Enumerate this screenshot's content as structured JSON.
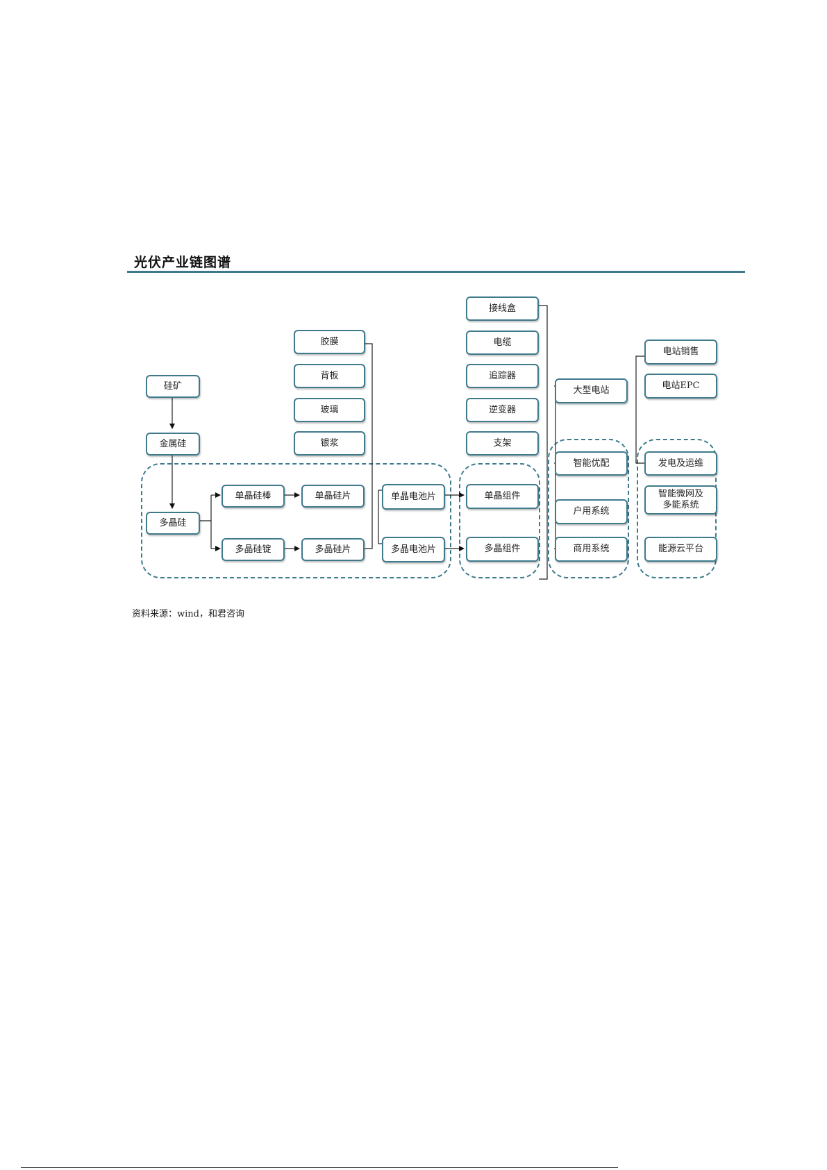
{
  "title": "光伏产业链图谱",
  "source": "资料来源：wind，和君咨询",
  "nodes": {
    "gui_kuang": "硅矿",
    "jin_shu_gui": "金属硅",
    "duo_jing_gui": "多晶硅",
    "dan_jing_gui_bang": "单晶硅棒",
    "duo_jing_gui_ding": "多晶硅锭",
    "dan_jing_gui_pian": "单晶硅片",
    "duo_jing_gui_pian": "多晶硅片",
    "jiao_mo": "胶膜",
    "bei_ban": "背板",
    "bo_li": "玻璃",
    "yin_jiang": "银浆",
    "dan_jing_dian_chi": "单晶电池片",
    "duo_jing_dian_chi": "多晶电池片",
    "jie_xian_he": "接线盒",
    "dian_lan": "电缆",
    "zhui_zong_qi": "追踪器",
    "ni_bian_qi": "逆变器",
    "zhi_jia": "支架",
    "dan_jing_zu_jian": "单晶组件",
    "duo_jing_zu_jian": "多晶组件",
    "da_xing_dian_zhan": "大型电站",
    "zhi_neng_you_pei": "智能优配",
    "hu_yong_xi_tong": "户用系统",
    "shang_yong_xi_tong": "商用系统",
    "dian_zhan_xiao_shou": "电站销售",
    "dian_zhan_epc": "电站EPC",
    "fa_dian_yun_wei": "发电及运维",
    "wei_wang": "智能微网及多能系统",
    "yun_ping_tai": "能源云平台"
  }
}
